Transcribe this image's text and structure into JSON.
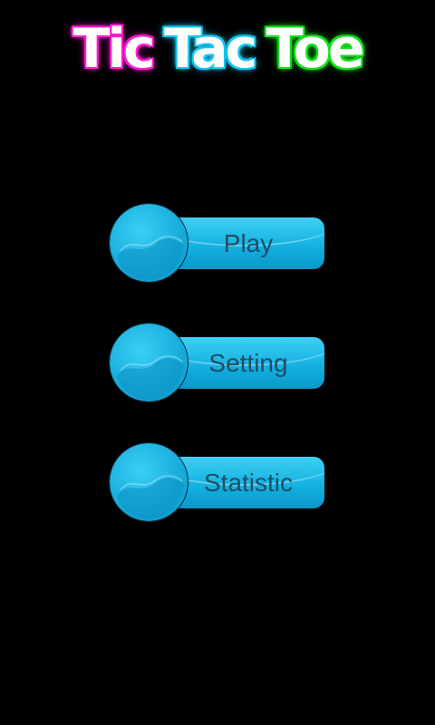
{
  "title": {
    "words": [
      {
        "text": "Tic",
        "glow": "#ff1fd2"
      },
      {
        "text": "Tac",
        "glow": "#17c6f2"
      },
      {
        "text": "Toe",
        "glow": "#16e01f"
      }
    ]
  },
  "menu": {
    "buttons": [
      {
        "label": "Play"
      },
      {
        "label": "Setting"
      },
      {
        "label": "Statistic"
      }
    ]
  },
  "colors": {
    "background": "#000000",
    "button_blue": "#12aee0",
    "button_text": "#1c4f63"
  }
}
